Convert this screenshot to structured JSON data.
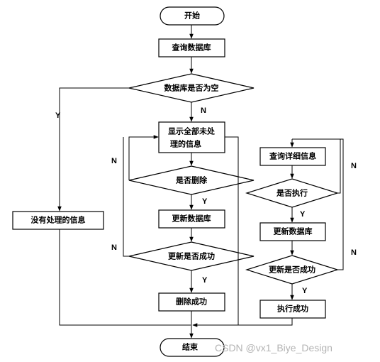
{
  "nodes": {
    "start": "开始",
    "query_db": "查询数据库",
    "db_empty": "数据库是否为空",
    "no_records": "没有处理的信息",
    "show_all_line1": "显示全部未处",
    "show_all_line2": "理的信息",
    "is_delete": "是否删除",
    "update_db_left": "更新数据库",
    "update_ok_left": "更新是否成功",
    "delete_ok": "删除成功",
    "query_detail": "查询详细信息",
    "is_execute": "是否执行",
    "update_db_right": "更新数据库",
    "update_ok_right": "更新是否成功",
    "execute_ok": "执行成功",
    "end": "结束"
  },
  "edge_labels": {
    "yes": "Y",
    "no": "N"
  },
  "watermark": "CSDN @vx1_Biye_Design"
}
